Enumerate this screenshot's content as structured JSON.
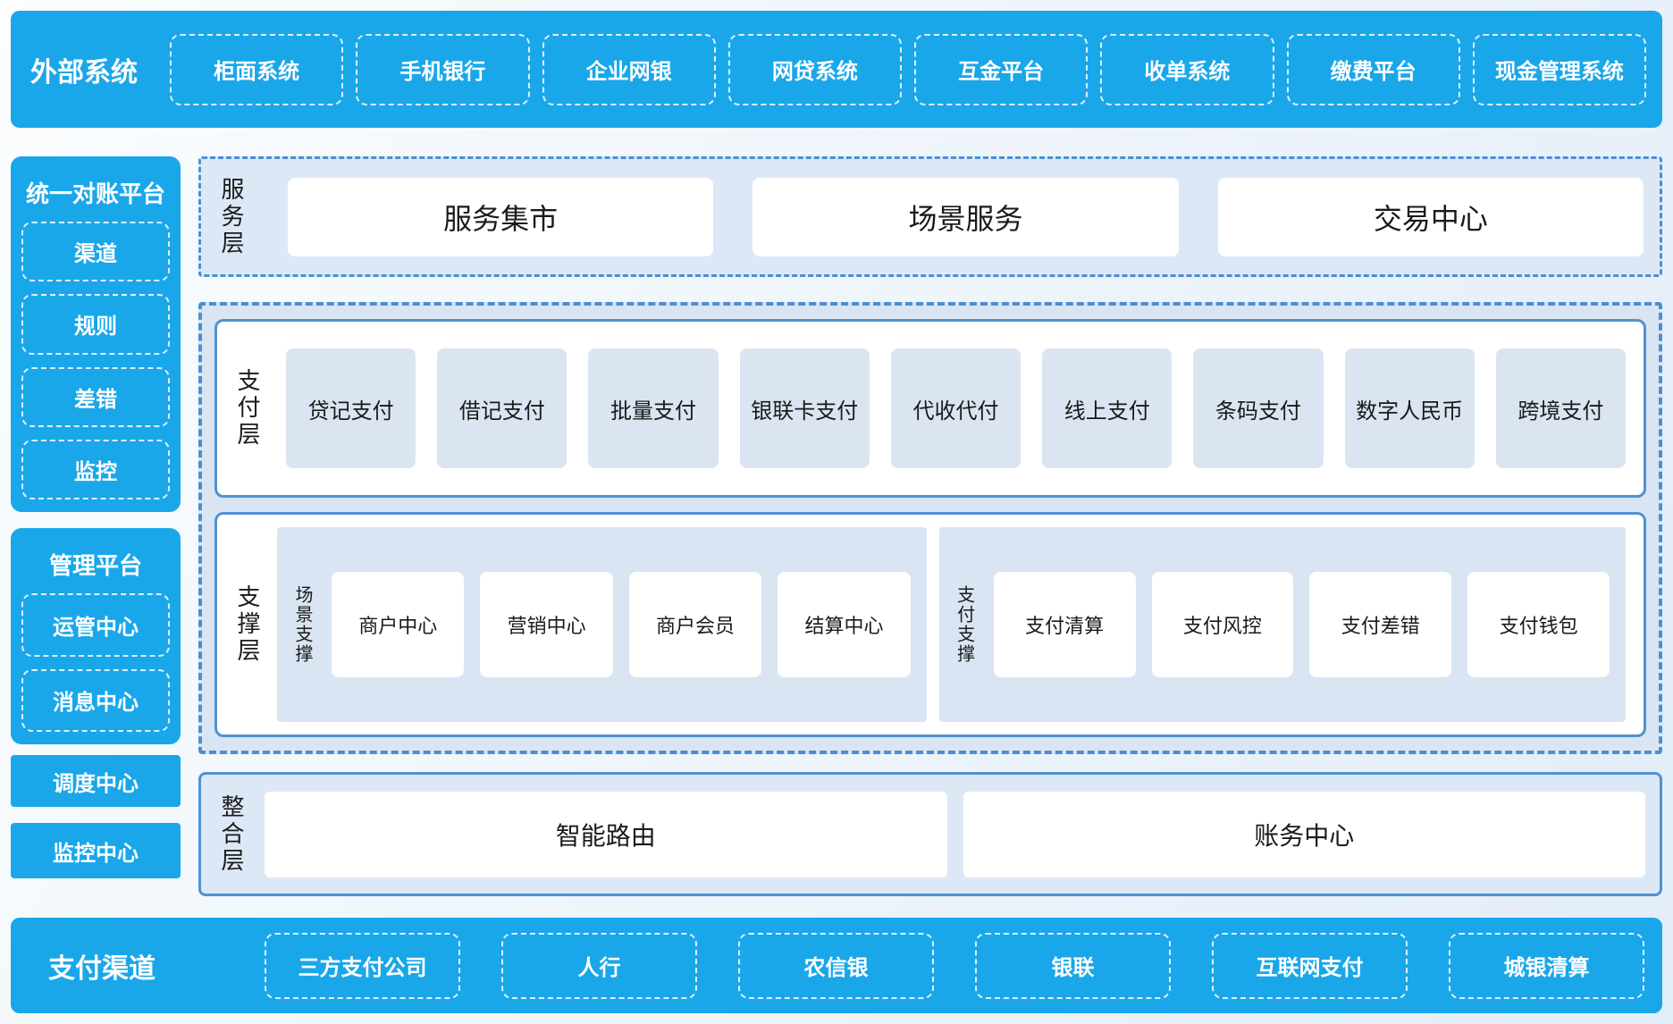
{
  "colors": {
    "primary_blue": "#1aa7e9",
    "band_fill_light_blue": "#dde8f6",
    "panel_fill": "#d9e5f3",
    "solid_border_blue": "#4f92d1",
    "dashed_border_blue": "#4a8fd3",
    "text_dark": "#1a1a1a",
    "text_white": "#ffffff"
  },
  "external_systems": {
    "label": "外部系统",
    "items": [
      "柜面系统",
      "手机银行",
      "企业网银",
      "网贷系统",
      "互金平台",
      "收单系统",
      "缴费平台",
      "现金管理系统"
    ]
  },
  "left_sidebar": {
    "reconciliation_platform": {
      "title": "统一对账平台",
      "items": [
        "渠道",
        "规则",
        "差错",
        "监控"
      ]
    },
    "management_platform": {
      "title": "管理平台",
      "items": [
        "运管中心",
        "消息中心"
      ]
    },
    "dispatch_center": "调度中心",
    "monitor_center": "监控中心"
  },
  "service_layer": {
    "label": "服务层",
    "items": [
      "服务集市",
      "场景服务",
      "交易中心"
    ]
  },
  "payment_layer": {
    "label": "支付层",
    "items": [
      "贷记支付",
      "借记支付",
      "批量支付",
      "银联卡支付",
      "代收代付",
      "线上支付",
      "条码支付",
      "数字人民币",
      "跨境支付"
    ]
  },
  "support_layer": {
    "label": "支撑层",
    "groups": [
      {
        "label": "场景支撑",
        "items": [
          "商户中心",
          "营销中心",
          "商户会员",
          "结算中心"
        ]
      },
      {
        "label": "支付支撑",
        "items": [
          "支付清算",
          "支付风控",
          "支付差错",
          "支付钱包"
        ]
      }
    ]
  },
  "integration_layer": {
    "label": "整合层",
    "items": [
      "智能路由",
      "账务中心"
    ]
  },
  "payment_channels": {
    "label": "支付渠道",
    "items": [
      "三方支付公司",
      "人行",
      "农信银",
      "银联",
      "互联网支付",
      "城银清算"
    ]
  }
}
